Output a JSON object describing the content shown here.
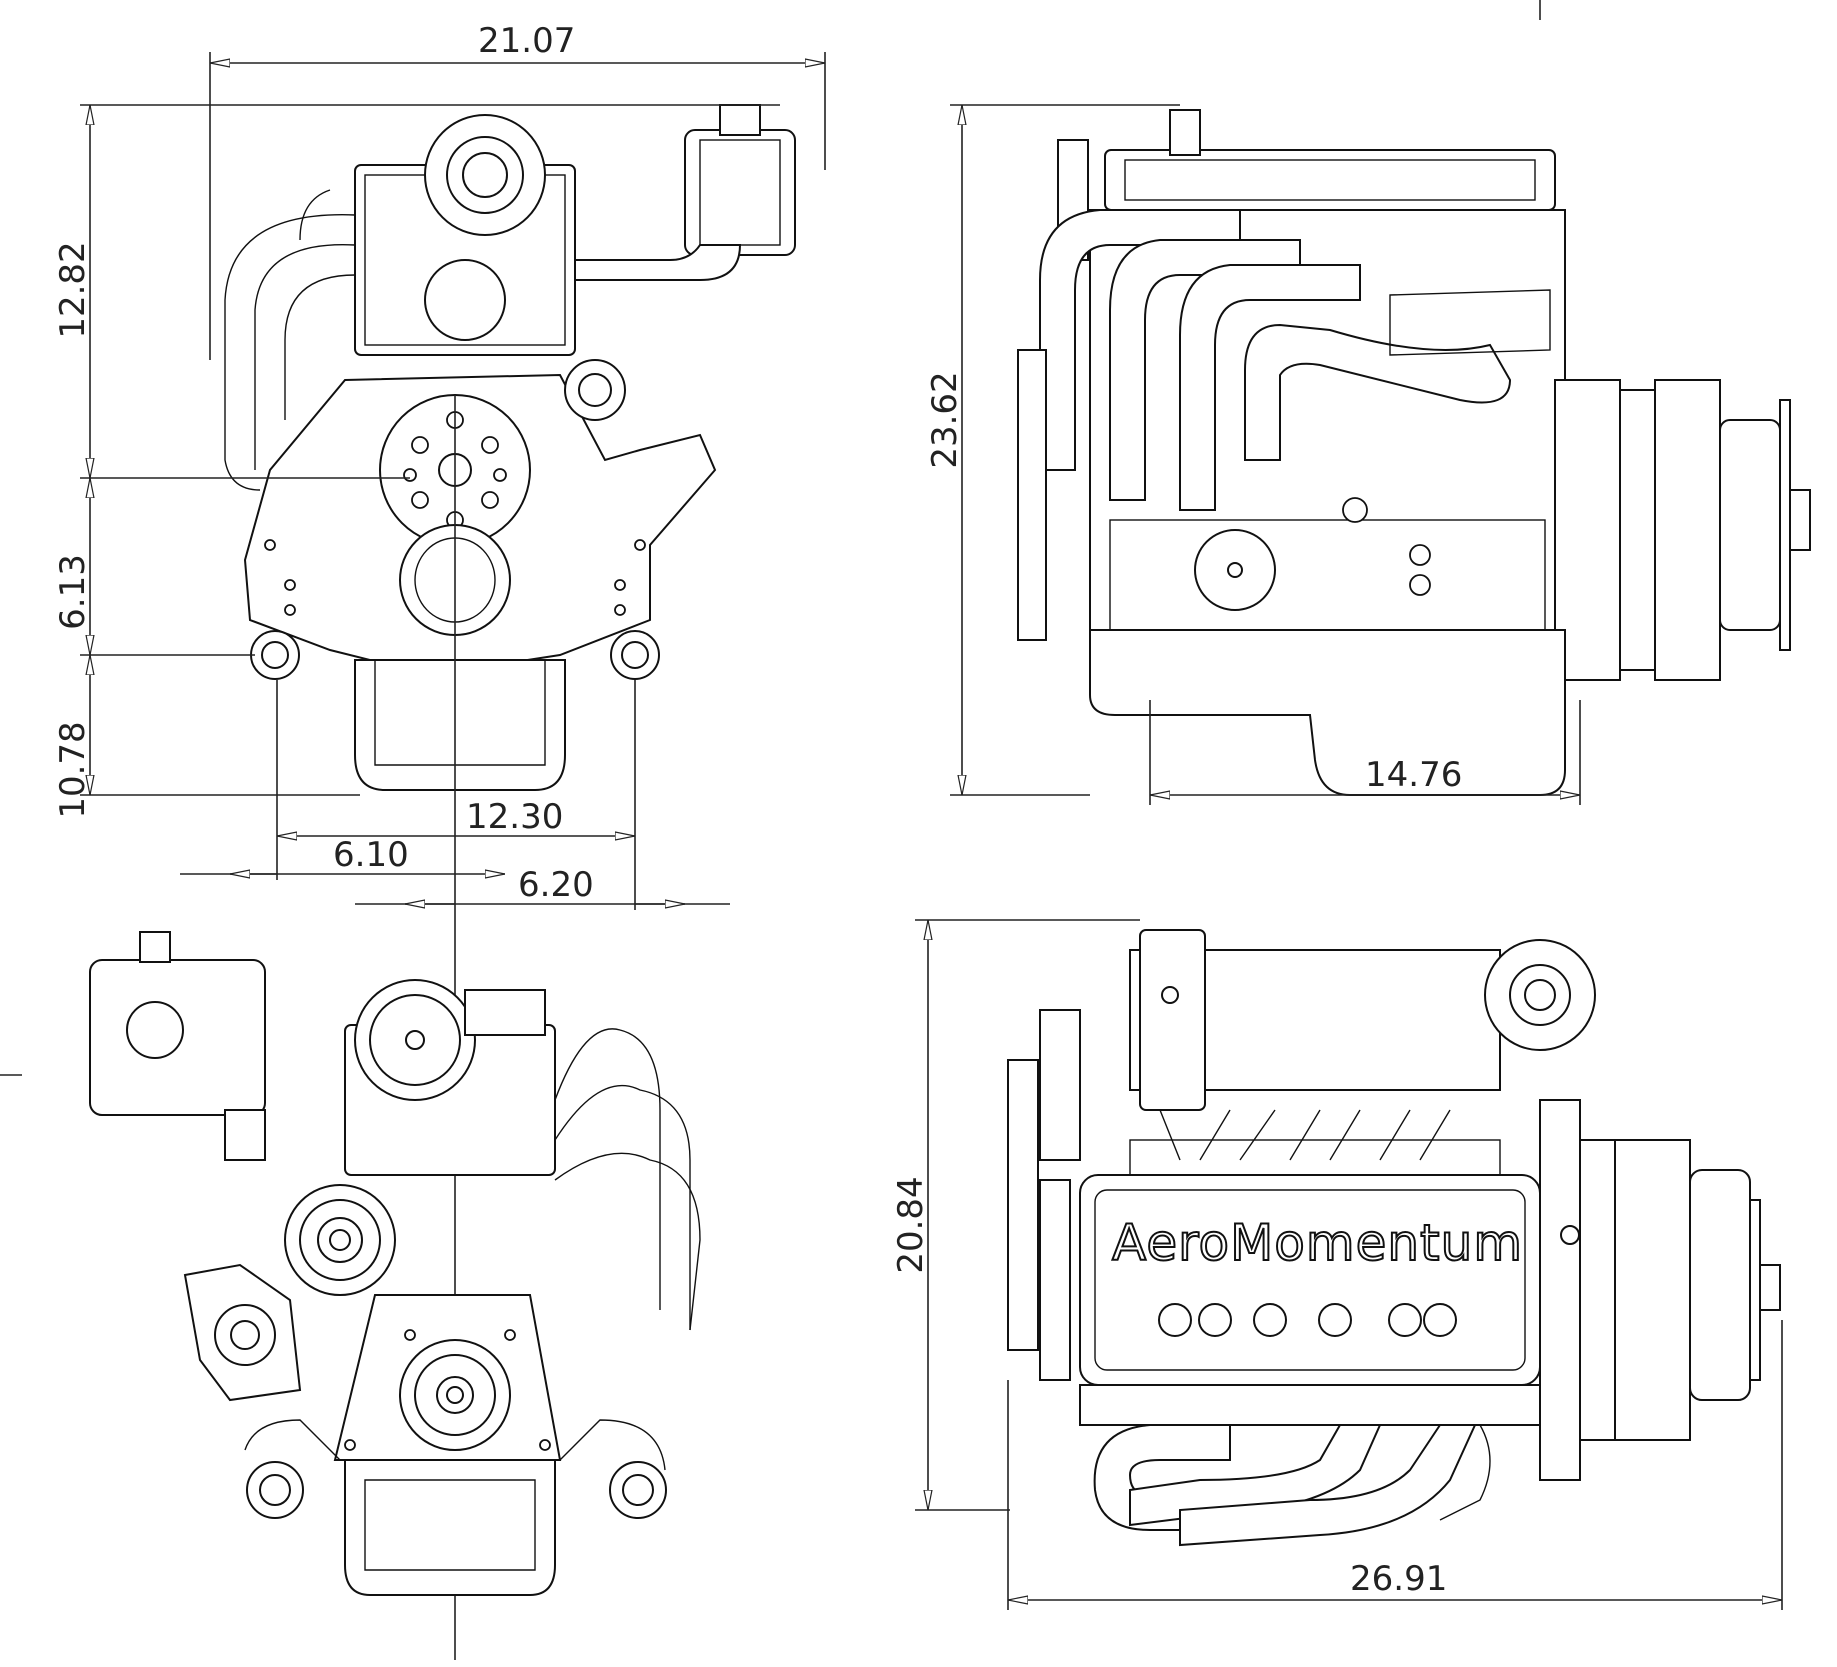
{
  "colors": {
    "line": "#111111",
    "background": "#ffffff"
  },
  "logo": {
    "text": "AeroMomentum"
  },
  "front_view": {
    "width_overall": "21.07",
    "height_upper": "12.82",
    "height_middle": "6.13",
    "height_lower": "10.78",
    "mount_span": "12.30",
    "mount_left_offset": "6.10",
    "mount_right_offset": "6.20"
  },
  "side_view": {
    "height_overall": "23.62",
    "oil_pan_length": "14.76"
  },
  "top_view": {
    "height_overall": "20.84",
    "length_overall": "26.91"
  }
}
